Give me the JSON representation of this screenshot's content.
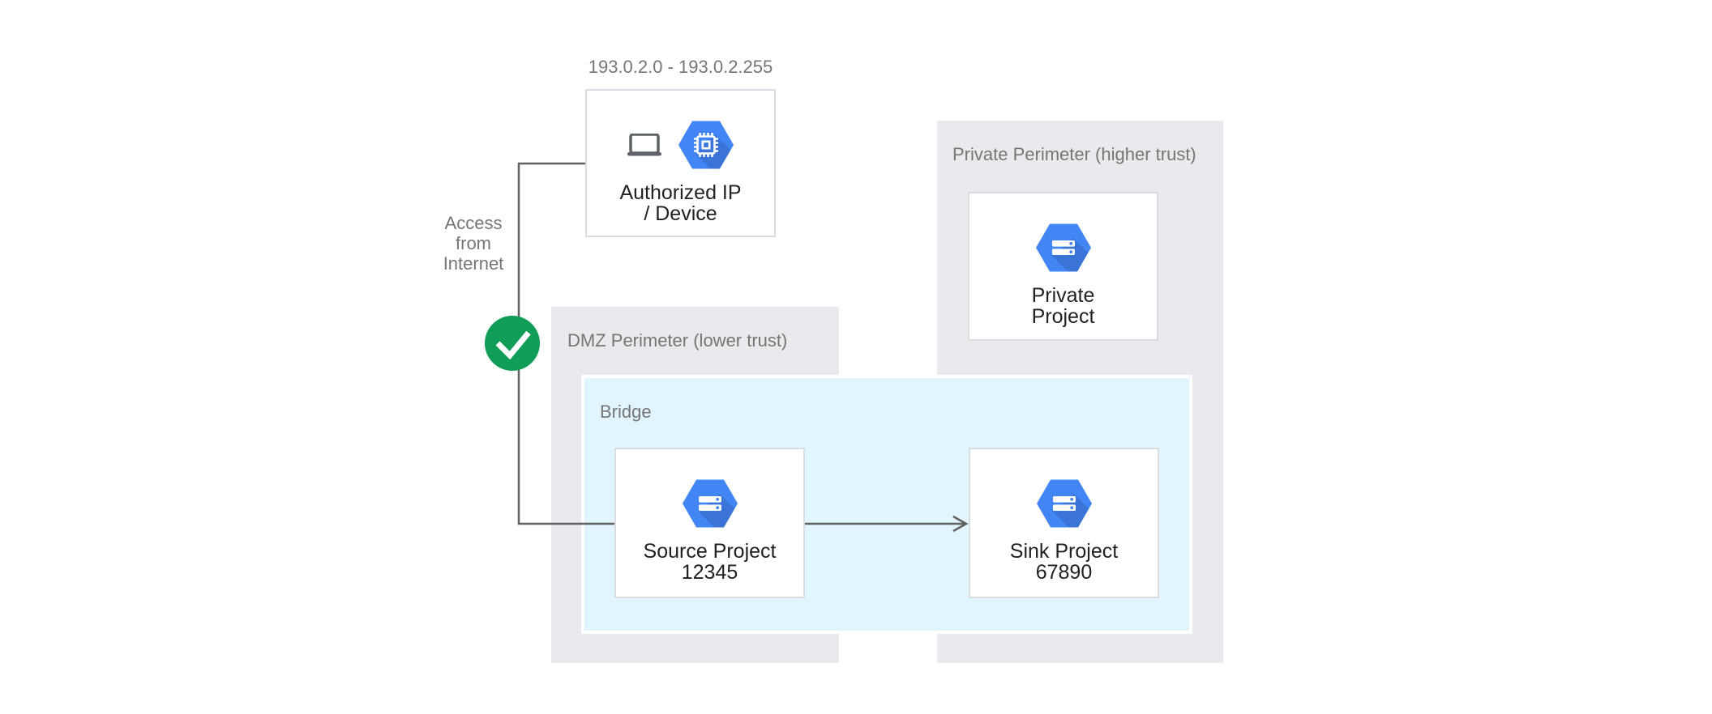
{
  "labels": {
    "ip_range": "193.0.2.0 - 193.0.2.255",
    "access": {
      "lines": [
        "Access",
        "from",
        "Internet"
      ]
    },
    "dmz": "DMZ Perimeter (lower trust)",
    "private_perimeter": "Private Perimeter (higher trust)",
    "bridge": "Bridge"
  },
  "nodes": {
    "authorized": {
      "line1": "Authorized IP",
      "line2": "/ Device"
    },
    "source": {
      "line1": "Source Project",
      "line2": "12345"
    },
    "sink": {
      "line1": "Sink Project",
      "line2": "67890"
    },
    "private": {
      "line1": "Private",
      "line2": "Project"
    }
  },
  "icons": {
    "authorized": [
      "laptop-icon",
      "chip-hexagon-icon"
    ],
    "projects": "servers-hexagon-icon",
    "status": "check-circle-icon"
  },
  "colors": {
    "perimeter_bg": "#e8eaed",
    "bridge_bg": "#e1f5fe",
    "bridge_border": "#ffffff",
    "node_border": "#dadce0",
    "hexagon_blue": "#4285f4",
    "check_green": "#0f9d58",
    "connector_gray": "#616161",
    "label_gray": "#757575",
    "title_dark": "#212121",
    "laptop_gray": "#5f6368"
  }
}
